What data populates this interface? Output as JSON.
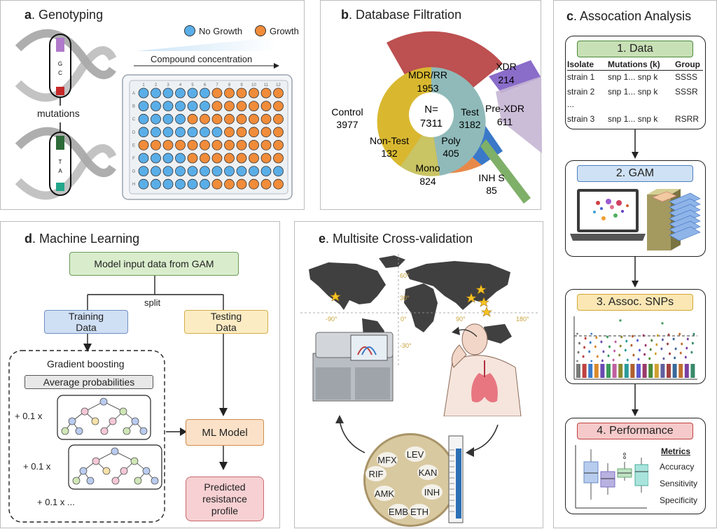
{
  "panels": {
    "a": {
      "letter": "a",
      "title": ". Genotyping",
      "mutations_label": "mutations",
      "legend": {
        "no_growth": "No Growth",
        "growth": "Growth"
      },
      "concentration_label": "Compound concentration",
      "colors": {
        "no_growth": "#5aaee8",
        "growth": "#f08c3a"
      },
      "plate_cols": [
        "1",
        "2",
        "3",
        "4",
        "5",
        "6",
        "7",
        "8",
        "9",
        "10",
        "11",
        "12"
      ],
      "plate_rows": [
        "A",
        "B",
        "C",
        "D",
        "E",
        "F",
        "G",
        "H"
      ]
    },
    "b": {
      "letter": "b",
      "title": ". Database Filtration",
      "center": {
        "label": "N=",
        "value": "7311"
      },
      "segments": [
        {
          "label": "Control",
          "value": "3977"
        },
        {
          "label": "Test",
          "value": "3182"
        },
        {
          "label": "Non-Test",
          "value": "132"
        },
        {
          "label": "MDR/RR",
          "value": "1953"
        },
        {
          "label": "Mono",
          "value": "824"
        },
        {
          "label": "Poly",
          "value": "405"
        },
        {
          "label": "XDR",
          "value": "214"
        },
        {
          "label": "Pre-XDR",
          "value": "611"
        },
        {
          "label": "INH S",
          "value": "85"
        }
      ]
    },
    "c": {
      "letter": "c",
      "title": ". Assocation Analysis",
      "steps": [
        "1. Data",
        "2. GAM",
        "3. Assoc. SNPs",
        "4. Performance"
      ],
      "table": {
        "headers": [
          "Isolate",
          "Mutations (k)",
          "Group"
        ],
        "rows": [
          [
            "strain 1",
            "snp 1... snp k",
            "SSSS"
          ],
          [
            "strain 2",
            "snp 1... snp k",
            "SSSR"
          ],
          [
            "...",
            "",
            ""
          ],
          [
            "strain 3",
            "snp 1... snp k",
            "RSRR"
          ]
        ]
      },
      "metrics": {
        "title": "Metrics",
        "items": [
          "Accuracy",
          "Sensitivity",
          "Specificity"
        ]
      }
    },
    "d": {
      "letter": "d",
      "title": ". Machine Learning",
      "input_box": "Model input data from GAM",
      "split": "split",
      "training": "Training Data",
      "testing": "Testing Data",
      "gradient": "Gradient boosting",
      "average": "Average probabilities",
      "factor": "+ 0.1 x",
      "factor_last": "+ 0.1 x  ...",
      "model": "ML Model",
      "predicted": "Predicted resistance profile"
    },
    "e": {
      "letter": "e",
      "title": ". Multisite Cross-validation",
      "map_ticks": {
        "lon": [
          "-90°",
          "0°",
          "90°",
          "180°"
        ],
        "lat": [
          "60°",
          "30°",
          "-30°"
        ]
      },
      "drugs": [
        "MFX",
        "LEV",
        "RIF",
        "KAN",
        "INH",
        "AMK",
        "EMB",
        "ETH"
      ]
    }
  }
}
